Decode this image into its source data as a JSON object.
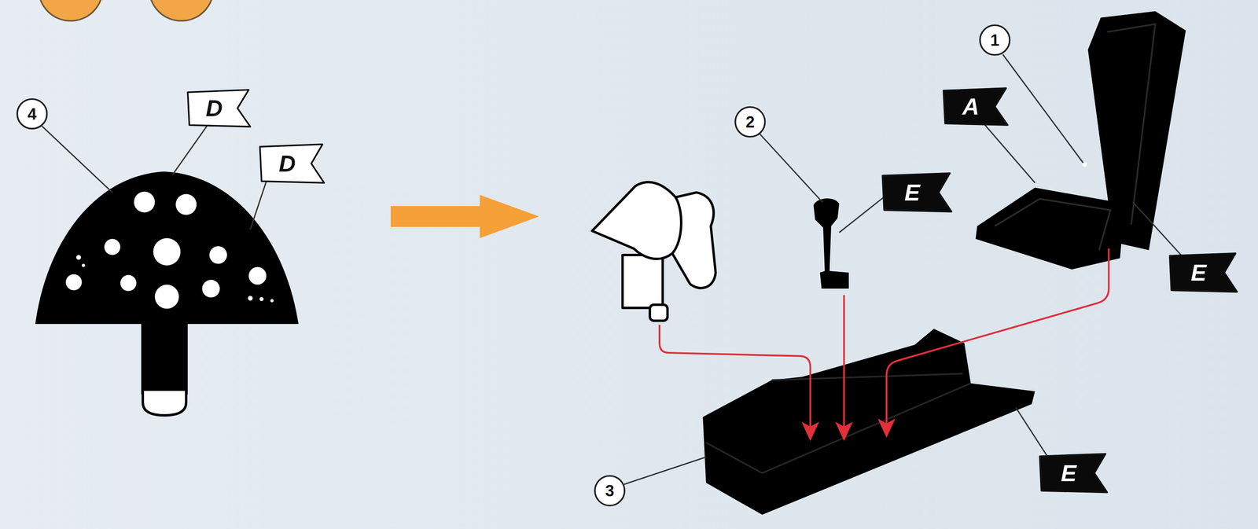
{
  "diagram": {
    "nodes": [
      {
        "text": [
          "4"
        ]
      },
      {
        "text": [
          "D"
        ]
      },
      {
        "text": [
          "D"
        ]
      },
      {
        "text": [
          "2"
        ]
      },
      {
        "text": [
          "E"
        ]
      },
      {
        "text": [
          "1"
        ]
      },
      {
        "text": [
          "A"
        ]
      },
      {
        "text": [
          "E"
        ]
      },
      {
        "text": [
          "3"
        ]
      },
      {
        "text": [
          "E"
        ]
      }
    ]
  }
}
